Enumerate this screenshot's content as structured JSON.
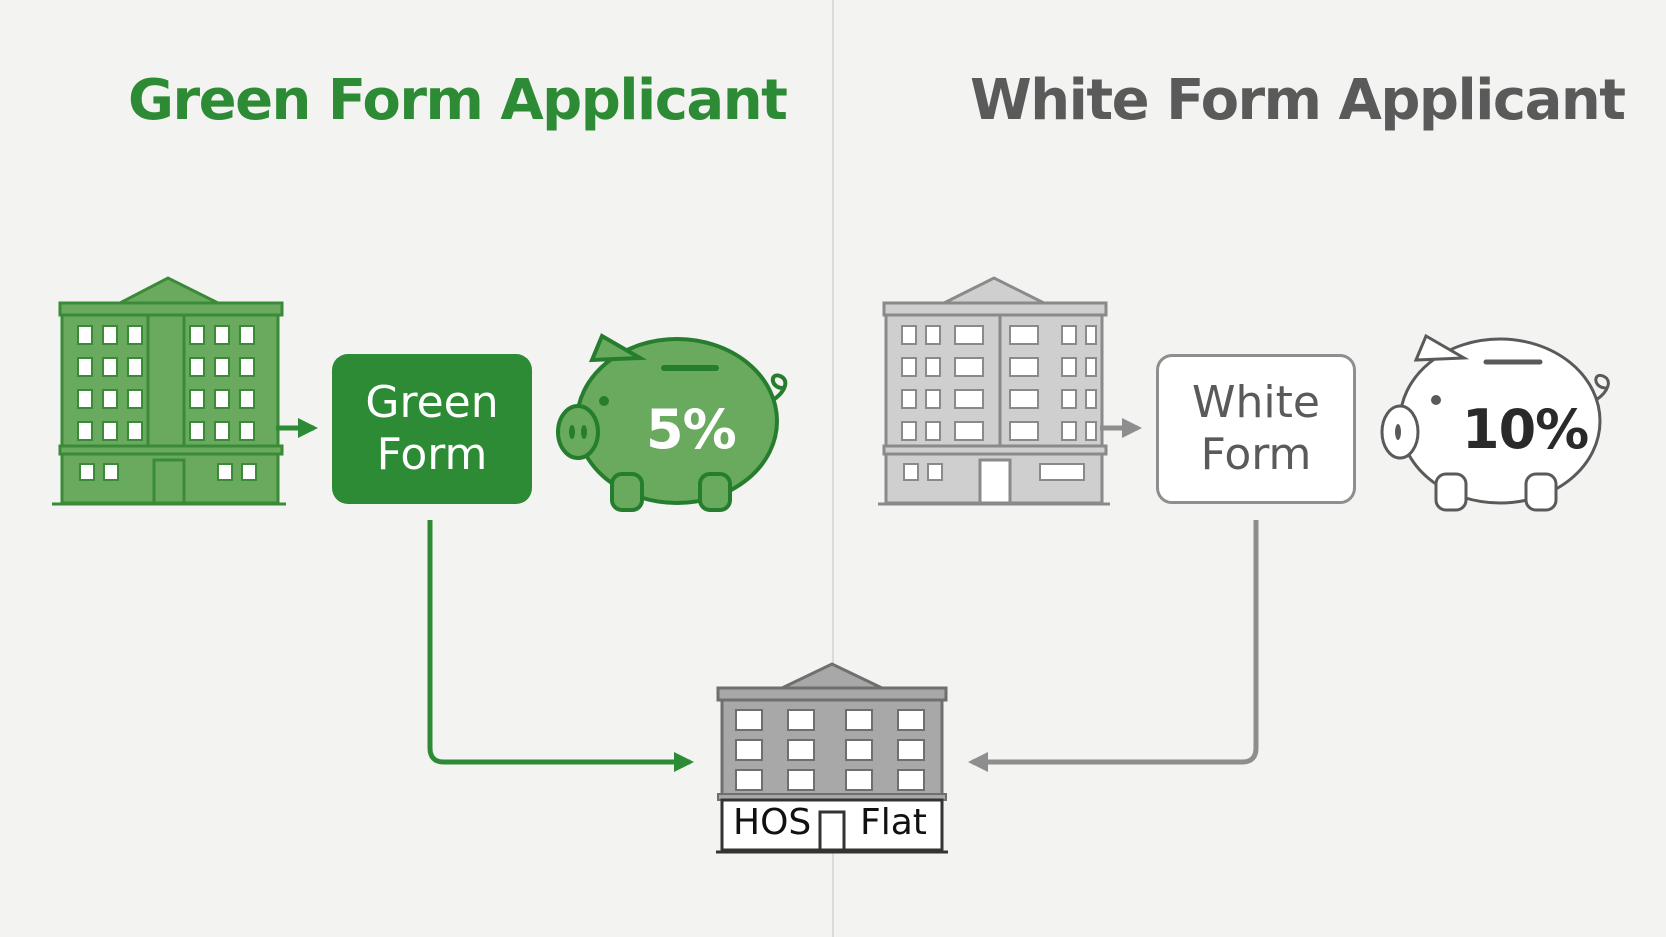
{
  "colors": {
    "green": "#2e8b35",
    "green_light": "#6aaa5f",
    "green_dark": "#267d2e",
    "gray": "#8e8e8e",
    "gray_text": "#5a5a5a",
    "background": "#f3f3f1"
  },
  "left_panel": {
    "title": "Green Form Applicant",
    "form_line1": "Green",
    "form_line2": "Form",
    "down_payment": "5%",
    "icons": [
      "apartment-building-icon",
      "piggy-bank-icon"
    ]
  },
  "right_panel": {
    "title": "White Form Applicant",
    "form_line1": "White",
    "form_line2": "Form",
    "down_payment": "10%",
    "icons": [
      "apartment-building-icon",
      "piggy-bank-icon"
    ]
  },
  "destination": {
    "sign_left": "HOS",
    "sign_right": "Flat",
    "icon": "hos-flat-building-icon"
  }
}
